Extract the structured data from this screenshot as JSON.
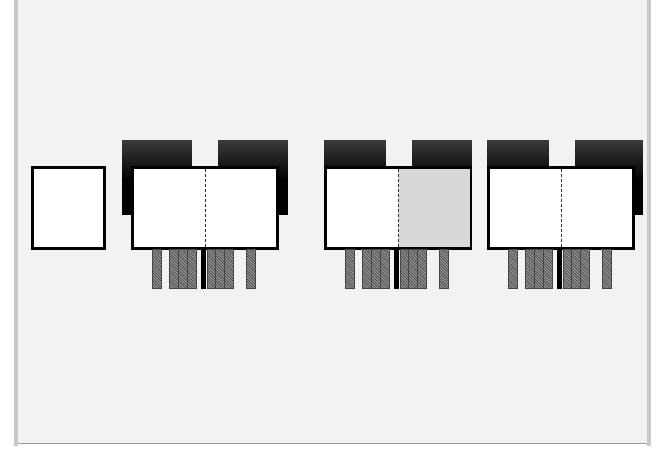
{
  "screen": {
    "description_visible_text": []
  },
  "colors": {
    "background": "#f2f2f2",
    "panel_fill": "#ffffff",
    "panel_border": "#000000",
    "shaded_half": "#d8d8d8",
    "tab_fill": "#000000"
  },
  "modules": [
    {
      "name": "single-panel",
      "halves": 0,
      "shaded": "none"
    },
    {
      "name": "split-panel-1",
      "halves": 2,
      "shaded": "none"
    },
    {
      "name": "split-panel-2",
      "halves": 2,
      "shaded": "right"
    },
    {
      "name": "split-panel-3",
      "halves": 2,
      "shaded": "none"
    }
  ]
}
